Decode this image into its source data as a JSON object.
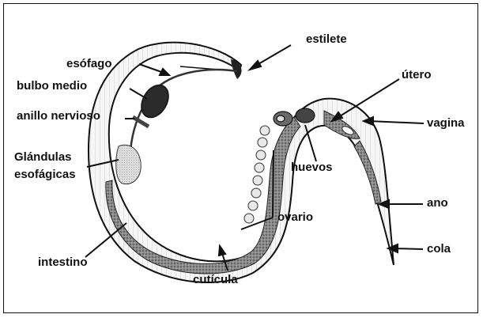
{
  "diagram": {
    "labels": {
      "estilete": "estilete",
      "esofago": "esófago",
      "bulbo_medio": "bulbo medio",
      "anillo_nervioso": "anillo nervioso",
      "glandulas_line1": "Glándulas",
      "glandulas_line2": "esofágicas",
      "utero": "útero",
      "vagina": "vagina",
      "huevos": "huevos",
      "ano": "ano",
      "ovario": "ovario",
      "cola": "cola",
      "intestino": "intestino",
      "cuticula": "cutícula"
    },
    "colors": {
      "outline": "#111111",
      "body_fill": "#f4f4f4",
      "intestine_fill": "#7a7a7a",
      "bulb_fill": "#2b2b2b"
    }
  }
}
